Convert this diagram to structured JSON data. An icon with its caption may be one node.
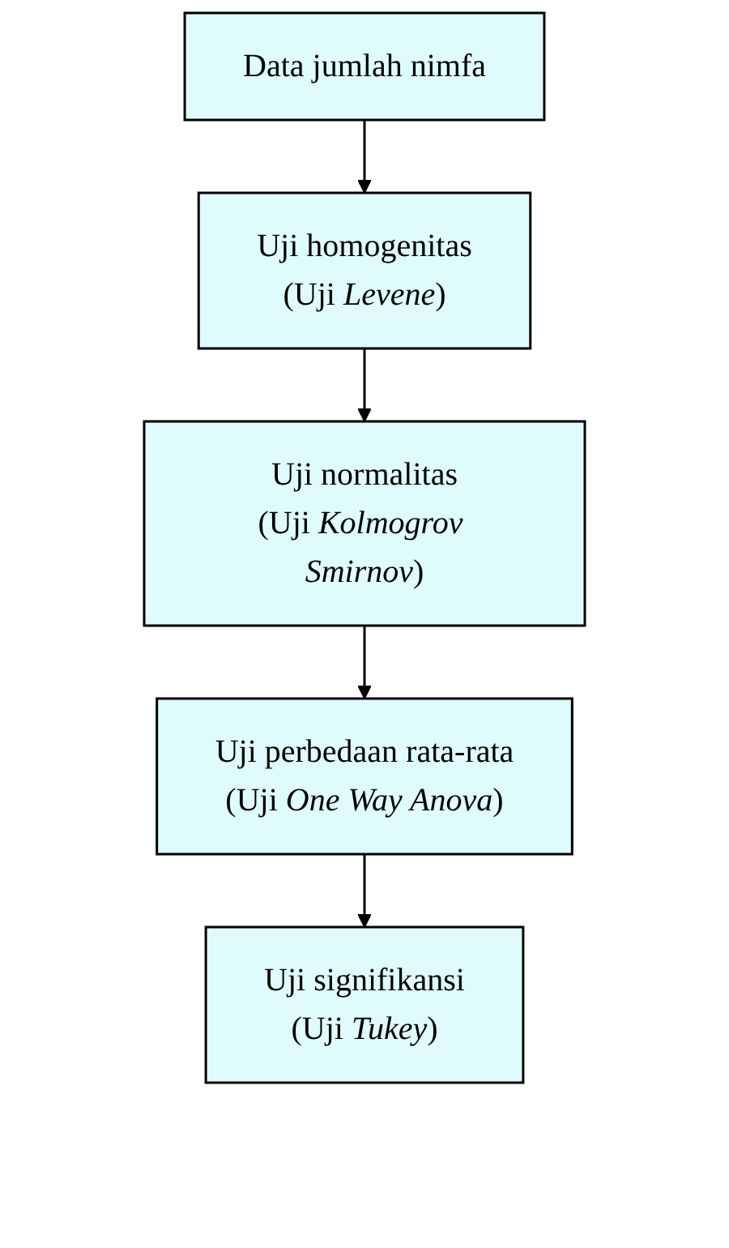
{
  "diagram": {
    "nodes": [
      {
        "text": [
          "Data jumlah nimfa"
        ]
      },
      {
        "text": [
          "Uji homogenitas",
          "(Uji *Levene*)"
        ]
      },
      {
        "text": [
          "Uji normalitas",
          "(Uji *Kolmogrov Smirnov*)"
        ]
      },
      {
        "text": [
          "Uji perbedaan rata-rata",
          "(Uji *One Way Anova*)"
        ]
      },
      {
        "text": [
          "Uji signifikansi",
          "(Uji *Tukey*)"
        ]
      }
    ],
    "edges": [
      {
        "from": 0,
        "to": 1,
        "arrow": "to"
      },
      {
        "from": 1,
        "to": 2,
        "arrow": "to"
      },
      {
        "from": 2,
        "to": 3,
        "arrow": "to"
      },
      {
        "from": 3,
        "to": 4,
        "arrow": "to"
      }
    ]
  }
}
